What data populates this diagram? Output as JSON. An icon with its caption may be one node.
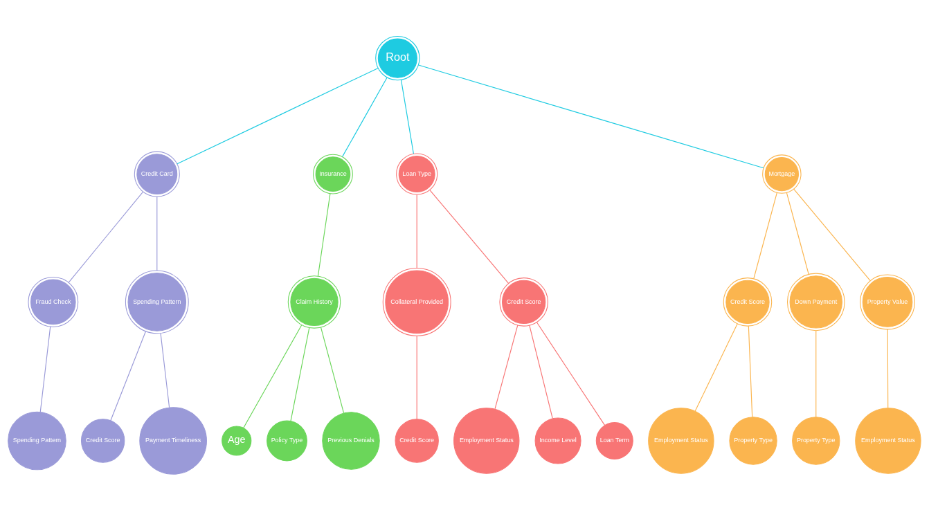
{
  "diagram": {
    "nodes": [
      {
        "text": [
          "Root"
        ]
      },
      {
        "text": [
          "Credit Card"
        ]
      },
      {
        "text": [
          "Insurance"
        ]
      },
      {
        "text": [
          "Loan Type"
        ]
      },
      {
        "text": [
          "Mortgage"
        ]
      },
      {
        "text": [
          "Fraud Check"
        ]
      },
      {
        "text": [
          "Spending Pattern"
        ]
      },
      {
        "text": [
          "Claim History"
        ]
      },
      {
        "text": [
          "Collateral Provided"
        ]
      },
      {
        "text": [
          "Credit Score"
        ]
      },
      {
        "text": [
          "Credit Score"
        ]
      },
      {
        "text": [
          "Down Payment"
        ]
      },
      {
        "text": [
          "Property Value"
        ]
      },
      {
        "text": [
          "Spending Pattern"
        ]
      },
      {
        "text": [
          "Credit Score"
        ]
      },
      {
        "text": [
          "Payment Timeliness"
        ]
      },
      {
        "text": [
          "Age"
        ]
      },
      {
        "text": [
          "Policy Type"
        ]
      },
      {
        "text": [
          "Previous Denials"
        ]
      },
      {
        "text": [
          "Credit Score"
        ]
      },
      {
        "text": [
          "Employment Status"
        ]
      },
      {
        "text": [
          "Income Level"
        ]
      },
      {
        "text": [
          "Loan Term"
        ]
      },
      {
        "text": [
          "Employment Status"
        ]
      },
      {
        "text": [
          "Property Type"
        ]
      },
      {
        "text": [
          "Property Type"
        ]
      },
      {
        "text": [
          "Employment Status"
        ]
      }
    ],
    "edges": [
      {
        "from": 0,
        "to": 1,
        "arrow": "none",
        "color": "#1ecbe1"
      },
      {
        "from": 0,
        "to": 2,
        "arrow": "none",
        "color": "#1ecbe1"
      },
      {
        "from": 0,
        "to": 3,
        "arrow": "none",
        "color": "#1ecbe1"
      },
      {
        "from": 0,
        "to": 4,
        "arrow": "none",
        "color": "#1ecbe1"
      },
      {
        "from": 1,
        "to": 5,
        "arrow": "none",
        "color": "#9a9ad8"
      },
      {
        "from": 1,
        "to": 6,
        "arrow": "none",
        "color": "#9a9ad8"
      },
      {
        "from": 2,
        "to": 7,
        "arrow": "none",
        "color": "#6bd65a"
      },
      {
        "from": 3,
        "to": 8,
        "arrow": "none",
        "color": "#f87575"
      },
      {
        "from": 3,
        "to": 9,
        "arrow": "none",
        "color": "#f87575"
      },
      {
        "from": 4,
        "to": 10,
        "arrow": "none",
        "color": "#fbb54f"
      },
      {
        "from": 4,
        "to": 11,
        "arrow": "none",
        "color": "#fbb54f"
      },
      {
        "from": 4,
        "to": 12,
        "arrow": "none",
        "color": "#fbb54f"
      },
      {
        "from": 5,
        "to": 13,
        "arrow": "none",
        "color": "#9a9ad8"
      },
      {
        "from": 6,
        "to": 14,
        "arrow": "none",
        "color": "#9a9ad8"
      },
      {
        "from": 6,
        "to": 15,
        "arrow": "none",
        "color": "#9a9ad8"
      },
      {
        "from": 7,
        "to": 16,
        "arrow": "none",
        "color": "#6bd65a"
      },
      {
        "from": 7,
        "to": 17,
        "arrow": "none",
        "color": "#6bd65a"
      },
      {
        "from": 7,
        "to": 18,
        "arrow": "none",
        "color": "#6bd65a"
      },
      {
        "from": 8,
        "to": 19,
        "arrow": "none",
        "color": "#f87575"
      },
      {
        "from": 9,
        "to": 20,
        "arrow": "none",
        "color": "#f87575"
      },
      {
        "from": 9,
        "to": 21,
        "arrow": "none",
        "color": "#f87575"
      },
      {
        "from": 9,
        "to": 22,
        "arrow": "none",
        "color": "#f87575"
      },
      {
        "from": 10,
        "to": 23,
        "arrow": "none",
        "color": "#fbb54f"
      },
      {
        "from": 10,
        "to": 24,
        "arrow": "none",
        "color": "#fbb54f"
      },
      {
        "from": 11,
        "to": 25,
        "arrow": "none",
        "color": "#fbb54f"
      },
      {
        "from": 12,
        "to": 26,
        "arrow": "none",
        "color": "#fbb54f"
      }
    ]
  }
}
